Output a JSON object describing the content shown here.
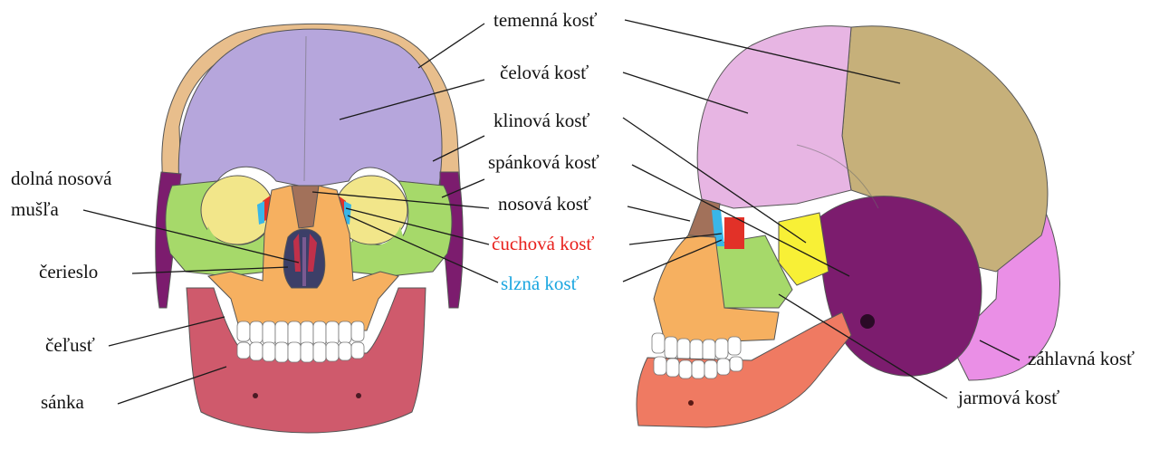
{
  "labels": {
    "parietal": "temenná kosť",
    "frontal": "čelová kosť",
    "sphenoid": "klinová kosť",
    "temporal": "spánková kosť",
    "nasal": "nosová kosť",
    "ethmoid": "čuchová kosť",
    "lacrimal": "slzná kosť",
    "concha_line1": "dolná nosová",
    "concha_line2": "mušľa",
    "vomer": "čerieslo",
    "maxilla": "čeľusť",
    "mandible": "sánka",
    "occipital": "záhlavná kosť",
    "zygomatic": "jarmová kosť"
  },
  "colors": {
    "frontal": "#b6a6dc",
    "parietal": "#e7b5e3",
    "parietal_front": "#e8be8c",
    "occipital": "#ea8fe6",
    "temporal": "#7c1c6e",
    "sphenoid": "#f8f036",
    "zygomatic": "#a6d96a",
    "maxilla": "#f6b060",
    "mandible": "#cf5a6c",
    "mandible_side": "#ef7a62",
    "nasal": "#a2715a",
    "ethmoid": "#e23128",
    "lacrimal": "#39b6e8",
    "vomer": "#3c3f68",
    "concha": "#c0304a",
    "teeth": "#ffffff",
    "label_ethmoid": "#e8201c",
    "label_lacrimal": "#1aa6e0"
  }
}
